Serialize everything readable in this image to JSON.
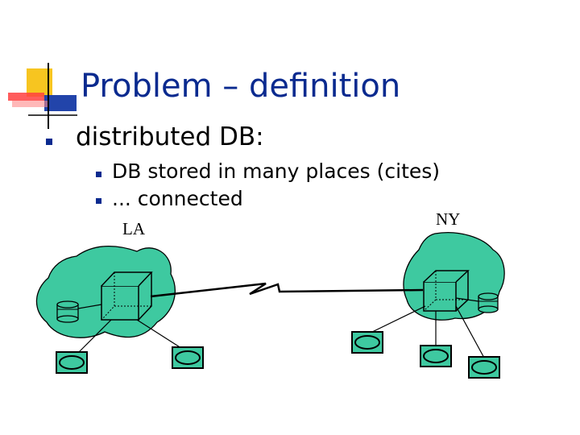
{
  "slide": {
    "title": "Problem – definition",
    "bullets": [
      {
        "text": "distributed DB:"
      },
      {
        "text": "DB stored in many places (cites)"
      },
      {
        "text": "... connected"
      }
    ]
  },
  "diagram": {
    "site_labels": {
      "la": "LA",
      "ny": "NY"
    },
    "colors": {
      "cloud": "#3ec9a0",
      "accent_title": "#0a2a8f",
      "terminal": "#3ec9a0"
    }
  }
}
